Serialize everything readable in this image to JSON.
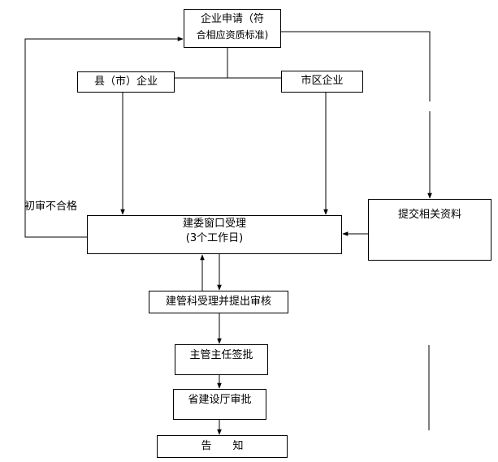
{
  "nodes": {
    "apply": {
      "line1": "企业申请（符",
      "line2": "合相应资质标准)"
    },
    "county": "县（市）企业",
    "district": "市区企业",
    "window": {
      "line1": "建委窗口受理",
      "line2": "(3个工作日)"
    },
    "materials": "提交相关资料",
    "review": "建管科受理并提出审核",
    "director": "主管主任签批",
    "province": "省建设厅审批",
    "notify": "告　　知"
  },
  "labels": {
    "fail": "初审不合格"
  }
}
